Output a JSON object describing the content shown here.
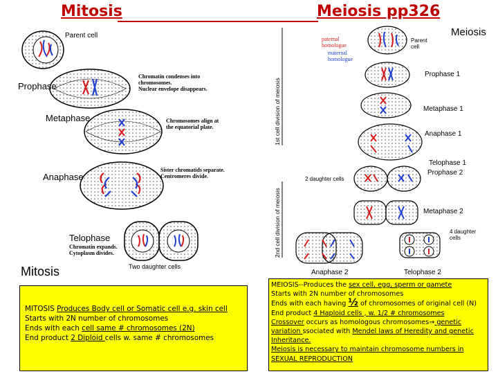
{
  "titles": {
    "mitosis": "Mitosis",
    "meiosis": "Meiosis pp326"
  },
  "mitosis_diagram": {
    "parent_cell": "Parent cell",
    "prophase": "Prophase",
    "prophase_note": [
      "Chromatin condenses into",
      "chromosomes.",
      "Nuclear envelope disappears."
    ],
    "metaphase": "Metaphase",
    "metaphase_note": [
      "Chromosomes align at",
      "the equatorial plate."
    ],
    "anaphase": "Anaphase",
    "anaphase_note": [
      "Sister chromatids separate.",
      "Centromeres divide."
    ],
    "telophase": "Telophase",
    "telophase_note": [
      "Chromatin expands.",
      "Cytoplasm divides."
    ],
    "two_daughter": "Two daughter cells",
    "footer": "Mitosis"
  },
  "meiosis_diagram": {
    "heading": "Meiosis",
    "parent_cell": [
      "Parent",
      "cell"
    ],
    "paternal": [
      "paternal",
      "homologue"
    ],
    "maternal": [
      "maternal",
      "homologue"
    ],
    "first_division": "1st cell division of meiosis",
    "second_division": "2nd cell division of meiosis",
    "prophase1": "Prophase 1",
    "metaphase1": "Metaphase 1",
    "anaphase1": "Anaphase 1",
    "telophase1": "Telophase 1",
    "prophase2": "Prophase 2",
    "two_daughter": "2 daughter cells",
    "metaphase2": "Metaphase 2",
    "four_daughter": [
      "4 daughter",
      "cells"
    ],
    "anaphase2": "Anaphase 2",
    "telophase2": "Telophase 2"
  },
  "mitosis_box": {
    "line1": {
      "pre": "MITOSIS ",
      "u1": "Produces Body cell or  Somatic cell e.g. skin cell  "
    },
    "line2": "Starts with 2N number of chromosomes",
    "line3": {
      "pre": " Ends with each ",
      "u1": "cell same # chromosomes (2N)"
    },
    "line4": {
      "pre": " End product ",
      "u1": "2 Diploid ",
      "post": "cells w. same # chromosomes"
    }
  },
  "meiosis_box": {
    "line1": {
      "pre": "MEIOSIS--Produces the ",
      "u1": "sex cell, egg, sperm or gamete"
    },
    "line2": " Starts with 2N number of chromosomes",
    "line3": {
      "pre": " Ends with each having ",
      "u1": "½",
      "post": " of chromosomes of original cell (N)"
    },
    "line4": {
      "pre": "End product ",
      "u1": "4  Haploid cells , w. 1/2 # chromosomes "
    },
    "line5": {
      "u1": "Crossover",
      "post": " occurs as homologous chromosomes",
      "arrow": "→",
      "u2": " genetic"
    },
    "line6": {
      "u1": "variation ",
      "post": "ssociated with ",
      "u2": "Mendel laws of Heredity and genetic"
    },
    "line7": "Inheritance.",
    "line8": "Meiosis is necessary to maintain chromosome numbers in",
    "line9": "SEXUAL REPRODUCTION"
  },
  "colors": {
    "title": "#c00000",
    "box": "#ffff00",
    "red_chromosome": "#d41c1c",
    "blue_chromosome": "#1f3fd1"
  }
}
